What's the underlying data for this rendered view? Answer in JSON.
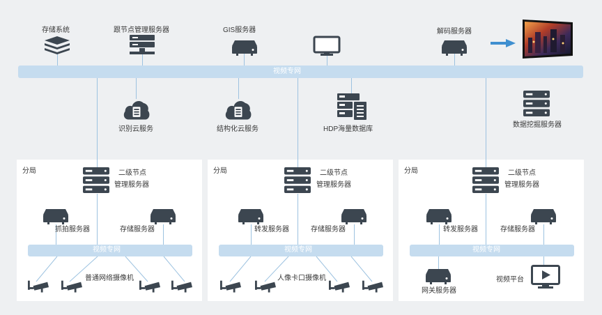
{
  "top": {
    "storage": "存储系统",
    "root_mgmt": "跟节点管理服务器",
    "gis": "GIS服务器",
    "decode": "解码服务器",
    "backbone": "视频专网",
    "recognition_cloud": "识别云服务",
    "structured_cloud": "结构化云服务",
    "hdp": "HDP海量数据库",
    "mining": "数据挖掘服务器"
  },
  "branches": [
    {
      "title": "分局",
      "mgmt": [
        "二级节点",
        "管理服务器"
      ],
      "left_server": "抓拍服务器",
      "right_server": "存储服务器",
      "network": "视频专网",
      "cameras": "普通网络摄像机"
    },
    {
      "title": "分局",
      "mgmt": [
        "二级节点",
        "管理服务器"
      ],
      "left_server": "转发服务器",
      "right_server": "存储服务器",
      "network": "视频专网",
      "cameras": "人像卡口摄像机"
    },
    {
      "title": "分局",
      "mgmt": [
        "二级节点",
        "管理服务器"
      ],
      "left_server": "转发服务器",
      "right_server": "存储服务器",
      "network": "视频专网",
      "gateway": "网关服务器",
      "platform": "视频平台"
    }
  ],
  "colors": {
    "icon": "#3c4650",
    "bus": "#c5dcef",
    "line": "#9cc2e0",
    "arrow": "#3f8fd0"
  }
}
